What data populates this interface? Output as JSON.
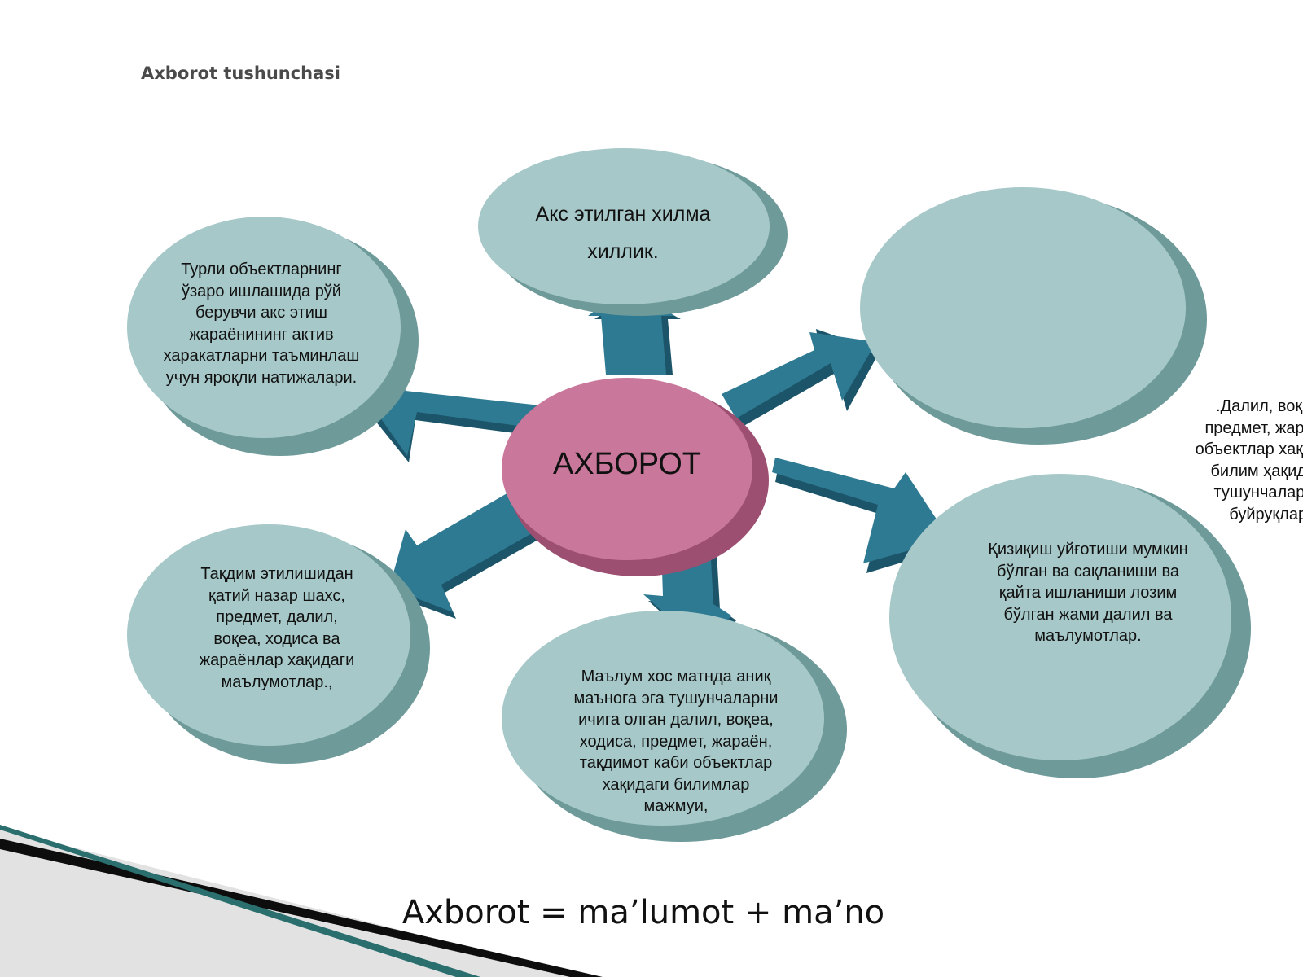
{
  "slide": {
    "title": "Axborot tushunchasi",
    "formula": "Axborot = ma’lumot + ma’no"
  },
  "diagram": {
    "center": "АХБОРОТ",
    "nodes": {
      "top": "Акс этилган хилма\nхиллик.",
      "upper_left": "Турли объектларнинг\nўзаро ишлашида рўй\nберувчи акс этиш\nжараёнининг актив\nхаракатларни таъминлаш\nучун яроқли натижалари.",
      "upper_right": "",
      "lower_left": "Тақдим этилишидан\nқатий назар шахс,\nпредмет, далил,\nвоқеа, ходиса ва\nжараёнлар хақидаги\nмаълумотлар.,",
      "bottom": "Маълум хос матнда аниқ\nмаънога эга тушунчаларни\nичига олган далил, воқеа,\nходиса, предмет, жараён,\nтақдимот каби объектлар\nхақидаги билимлар\nмажмуи,",
      "lower_right": "Қизиқиш уйғотиши мумкин\nбўлган ва сақланиши ва\nқайта ишланиши лозим\nбўлган жами далил ва\nмаълумотлар.",
      "outside_right": ".Далил, воқеа,\nпредмет, жараён,\nобъектлар хақидаги\nбилим ҳақидаги\nтушунчалар ва\nбуйруқлар."
    }
  },
  "colors": {
    "node_fill": "#a6c8c8",
    "node_side": "#6f9a9a",
    "center_fill": "#c9789b",
    "center_side": "#9c4f71",
    "arrow_top": "#2e7a92",
    "arrow_side": "#1c5569",
    "stripe_gray": "#e2e2e2",
    "stripe_dark": "#0d0d0d",
    "stripe_teal": "#2a6e6e"
  }
}
